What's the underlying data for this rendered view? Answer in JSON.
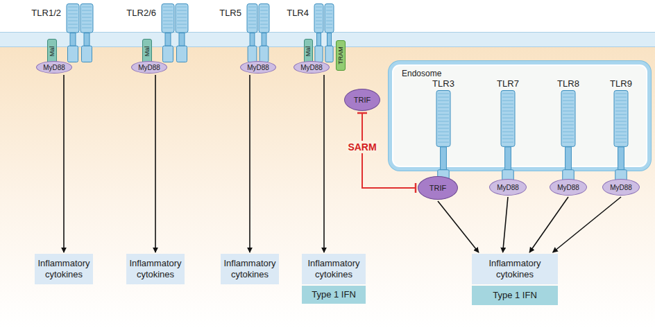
{
  "diagram": {
    "nodes": [
      {
        "text": [
          "TLR1/2"
        ]
      },
      {
        "text": [
          "Mal"
        ]
      },
      {
        "text": [
          "MyD88"
        ]
      },
      {
        "text": [
          "TLR2/6"
        ]
      },
      {
        "text": [
          "Mal"
        ]
      },
      {
        "text": [
          "MyD88"
        ]
      },
      {
        "text": [
          "TLR5"
        ]
      },
      {
        "text": [
          "MyD88"
        ]
      },
      {
        "text": [
          "TLR4"
        ]
      },
      {
        "text": [
          "Mal"
        ]
      },
      {
        "text": [
          "MyD88"
        ]
      },
      {
        "text": [
          "TRAM"
        ]
      },
      {
        "text": [
          "TRIF"
        ]
      },
      {
        "text": [
          "Endosome"
        ]
      },
      {
        "text": [
          "TLR3"
        ],
        "in": 13
      },
      {
        "text": [
          "TLR7"
        ],
        "in": 13
      },
      {
        "text": [
          "TLR8"
        ],
        "in": 13
      },
      {
        "text": [
          "TLR9"
        ],
        "in": 13
      },
      {
        "text": [
          "TRIF"
        ]
      },
      {
        "text": [
          "MyD88"
        ]
      },
      {
        "text": [
          "MyD88"
        ]
      },
      {
        "text": [
          "MyD88"
        ]
      },
      {
        "text": [
          "Inflammatory cytokines"
        ]
      },
      {
        "text": [
          "Inflammatory cytokines"
        ]
      },
      {
        "text": [
          "Inflammatory cytokines"
        ]
      },
      {
        "text": [
          "Inflammatory cytokines"
        ]
      },
      {
        "text": [
          "Type 1 IFN"
        ]
      },
      {
        "text": [
          "Inflammatory cytokines"
        ]
      },
      {
        "text": [
          "Type 1 IFN"
        ]
      }
    ],
    "edges": [
      {
        "from": 2,
        "to": 22,
        "arrow": "to"
      },
      {
        "from": 5,
        "to": 23,
        "arrow": "to"
      },
      {
        "from": 7,
        "to": 24,
        "arrow": "to"
      },
      {
        "from": 10,
        "to": 25,
        "arrow": "to"
      },
      {
        "from": 18,
        "to": 27,
        "arrow": "to"
      },
      {
        "from": 19,
        "to": 27,
        "arrow": "to"
      },
      {
        "from": 20,
        "to": 27,
        "arrow": "to"
      },
      {
        "from": 21,
        "to": 27,
        "arrow": "to"
      },
      {
        "from": 12,
        "to": 18,
        "label": "SARM",
        "arrow": "both"
      }
    ]
  }
}
